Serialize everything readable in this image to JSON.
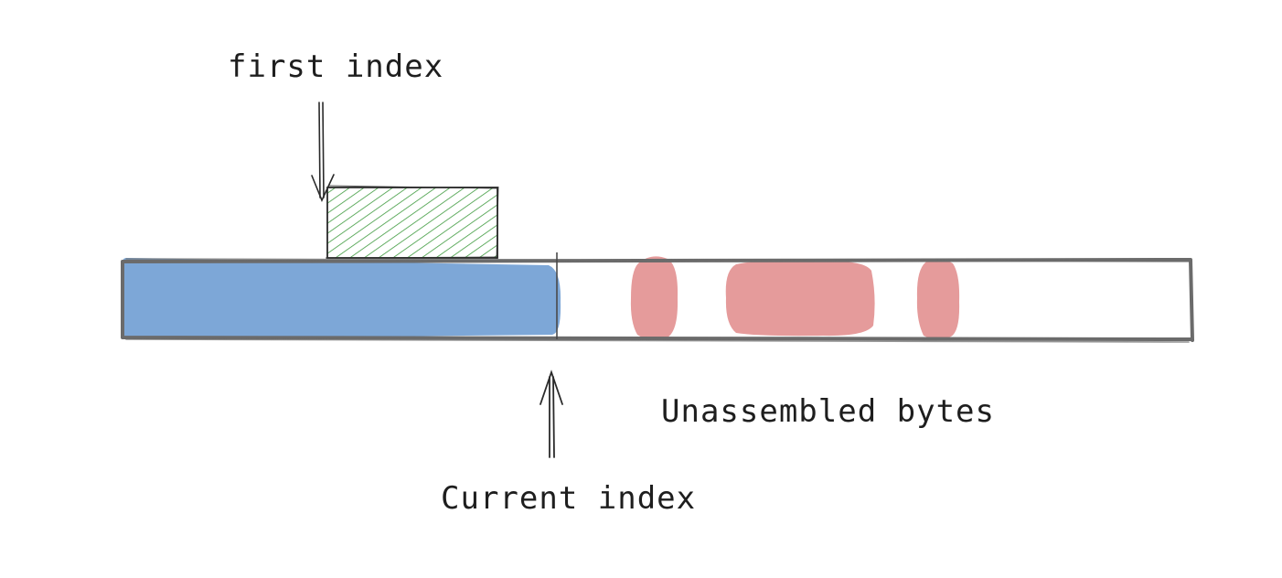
{
  "labels": {
    "first_index": "first index",
    "current_index": "Current index",
    "unassembled_bytes": "Unassembled bytes"
  },
  "colors": {
    "assembled_fill": "#6b9bd2",
    "unassembled_fill": "#e08a8a",
    "incoming_fill": "#2f8f2f",
    "stroke": "#6b6b6b",
    "ink": "#1e1e1e"
  }
}
